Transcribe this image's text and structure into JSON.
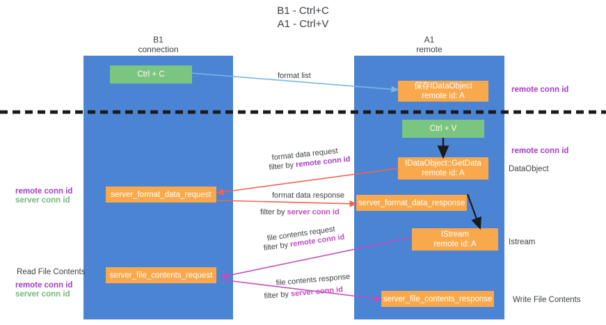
{
  "title": {
    "line1": "B1 - Ctrl+C",
    "line2": "A1 - Ctrl+V"
  },
  "lanes": [
    {
      "name": "B1",
      "sub": "connection"
    },
    {
      "name": "A1",
      "sub": "remote"
    }
  ],
  "nodes": {
    "ctrl_c": "Ctrl + C",
    "save_idataobject_l1": "保存IDataObject",
    "save_idataobject_l2": "remote id: A",
    "ctrl_v": "Ctrl + V",
    "getdata_l1": "IDataObject::GetData",
    "getdata_l2": "remote id: A",
    "server_format_data_request": "server_format_data_request",
    "server_format_data_response": "server_format_data_response",
    "istream_l1": "IStream",
    "istream_l2": "remote id: A",
    "server_file_contents_request": "server_file_contents_request",
    "server_file_contents_response": "server_file_contents_response"
  },
  "edges": {
    "format_list": "format list",
    "format_data_request": "format data request",
    "format_data_request_filter_prefix": "filter by ",
    "format_data_request_filter_key": "remote conn id",
    "format_data_response": "format data response",
    "format_data_response_filter_prefix": "filter by ",
    "format_data_response_filter_key": "server conn id",
    "file_contents_request": "file contents request",
    "file_contents_request_filter_prefix": "filter by ",
    "file_contents_request_filter_key": "remote conn id",
    "file_contents_response": "file contents response",
    "file_contents_response_filter_prefix": "filter by ",
    "file_contents_response_filter_key": "server conn id"
  },
  "annotations": {
    "right_remote_conn_id_top": "remote conn id",
    "right_remote_conn_id_mid": "remote conn id",
    "right_dataobject": "DataObject",
    "right_istream": "Istream",
    "right_write_file_contents": "Write File Contents",
    "left_remote_conn_id_mid": "remote conn id",
    "left_server_conn_id_mid": "server conn id",
    "left_read_file_contents": "Read File Contents",
    "left_remote_conn_id_bot": "remote conn id",
    "left_server_conn_id_bot": "server conn id"
  },
  "colors": {
    "lane": "#4c84d4",
    "node_orange": "#f9a94c",
    "node_green": "#7ac57f",
    "arrow_blue": "#7ab6e8",
    "arrow_red": "#f4624f",
    "arrow_magenta": "#c24bbd",
    "arrow_black": "#1a1a1a",
    "divider": "#1a1a1a",
    "key_purple": "#a13dc4",
    "key_green": "#73b97a"
  }
}
